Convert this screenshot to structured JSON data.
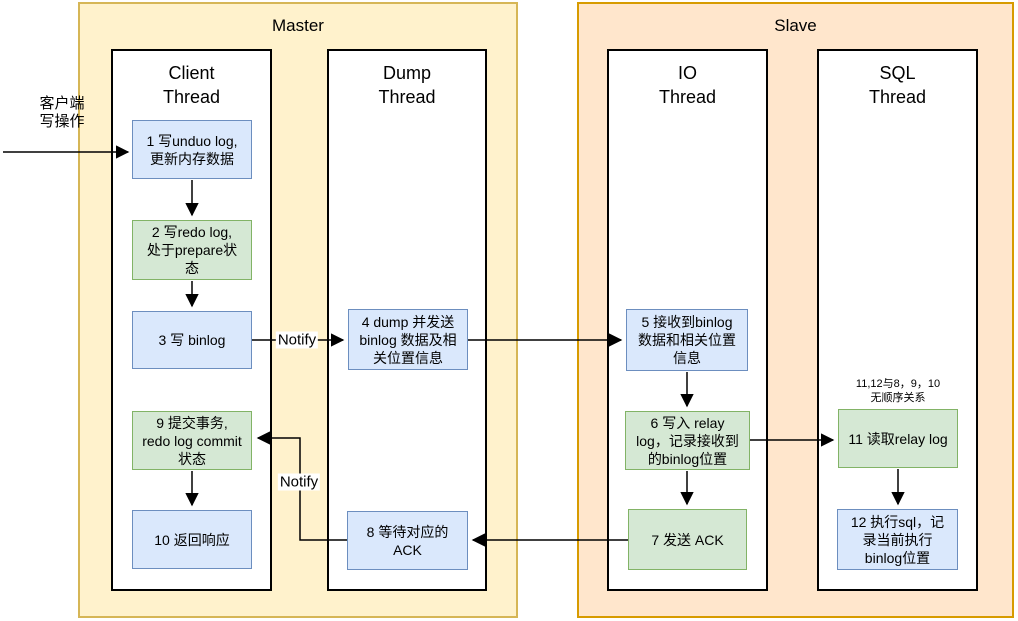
{
  "regions": {
    "master": {
      "title": "Master"
    },
    "slave": {
      "title": "Slave"
    }
  },
  "threads": {
    "client": {
      "title": "Client\nThread"
    },
    "dump": {
      "title": "Dump\nThread"
    },
    "io": {
      "title": "IO\nThread"
    },
    "sql": {
      "title": "SQL\nThread"
    }
  },
  "steps": {
    "s1": {
      "label": "1 写unduo log,\n更新内存数据",
      "color": "blue"
    },
    "s2": {
      "label": "2 写redo log,\n处于prepare状\n态",
      "color": "green"
    },
    "s3": {
      "label": "3 写 binlog",
      "color": "blue"
    },
    "s4": {
      "label": "4 dump 并发送\nbinlog 数据及相\n关位置信息",
      "color": "blue"
    },
    "s5": {
      "label": "5 接收到binlog\n数据和相关位置\n信息",
      "color": "blue"
    },
    "s6": {
      "label": "6 写入 relay\nlog，记录接收到\n的binlog位置",
      "color": "green"
    },
    "s7": {
      "label": "7 发送 ACK",
      "color": "green"
    },
    "s8": {
      "label": "8 等待对应的\nACK",
      "color": "blue"
    },
    "s9": {
      "label": "9 提交事务,\nredo log commit\n状态",
      "color": "green"
    },
    "s10": {
      "label": "10 返回响应",
      "color": "blue"
    },
    "s11": {
      "label": "11 读取relay log",
      "color": "green"
    },
    "s12": {
      "label": "12 执行sql，记\n录当前执行\nbinlog位置",
      "color": "blue"
    }
  },
  "labels": {
    "client_write": "客户端\n写操作",
    "notify_1": "Notify",
    "notify_2": "Notify",
    "order_note": "11,12与8，9，10\n无顺序关系"
  },
  "colors": {
    "step_blue_fill": "#dae8fc",
    "step_blue_border": "#6c8ebf",
    "step_green_fill": "#d5e8d4",
    "step_green_border": "#82b366",
    "master_fill": "#fff2cc",
    "master_border": "#d6b656",
    "slave_fill": "#ffe6cc",
    "slave_border": "#d79b00",
    "arrow": "#000000"
  }
}
